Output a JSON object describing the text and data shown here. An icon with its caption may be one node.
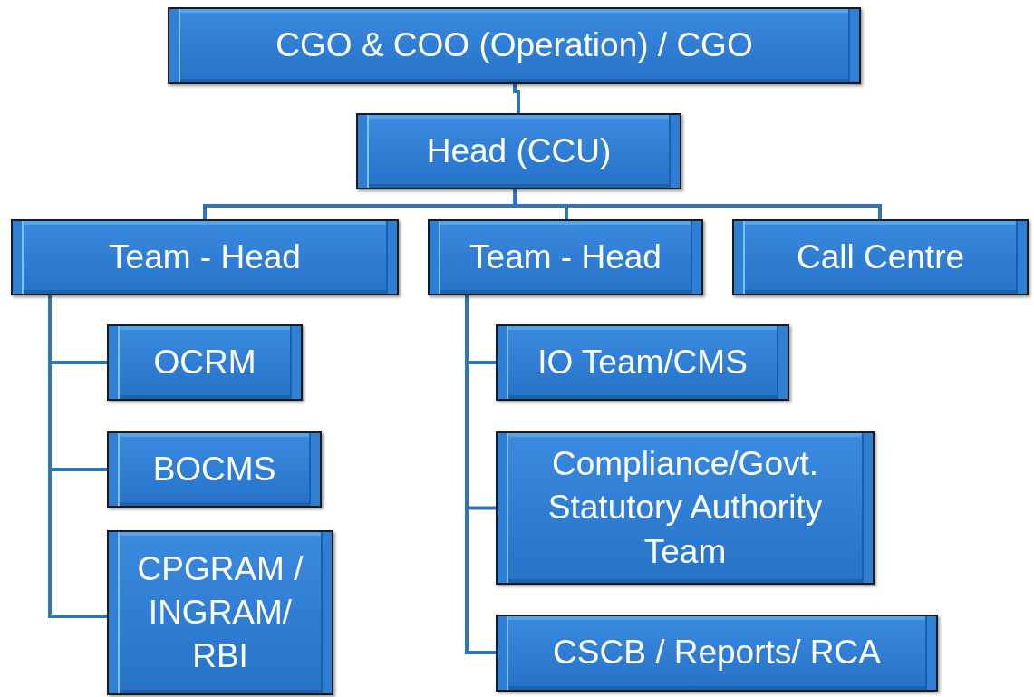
{
  "diagram": {
    "nodes": [
      {
        "text": [
          "CGO & COO (Operation) / CGO"
        ]
      },
      {
        "text": [
          "Head (CCU)"
        ]
      },
      {
        "text": [
          "Team - Head"
        ]
      },
      {
        "text": [
          "Team - Head"
        ]
      },
      {
        "text": [
          "Call Centre"
        ]
      },
      {
        "text": [
          "OCRM"
        ]
      },
      {
        "text": [
          "BOCMS"
        ]
      },
      {
        "text": [
          "CPGRAM / INGRAM/ RBI"
        ]
      },
      {
        "text": [
          "IO Team/CMS"
        ]
      },
      {
        "text": [
          "Compliance/Govt. Statutory Authority Team"
        ]
      },
      {
        "text": [
          "CSCB / Reports/ RCA"
        ]
      }
    ],
    "edges": [
      {
        "from": 0,
        "to": 1,
        "arrow": "none"
      },
      {
        "from": 1,
        "to": 2,
        "arrow": "none"
      },
      {
        "from": 1,
        "to": 3,
        "arrow": "none"
      },
      {
        "from": 1,
        "to": 4,
        "arrow": "none"
      },
      {
        "from": 2,
        "to": 5,
        "arrow": "none"
      },
      {
        "from": 2,
        "to": 6,
        "arrow": "none"
      },
      {
        "from": 2,
        "to": 7,
        "arrow": "none"
      },
      {
        "from": 3,
        "to": 8,
        "arrow": "none"
      },
      {
        "from": 3,
        "to": 9,
        "arrow": "none"
      },
      {
        "from": 3,
        "to": 10,
        "arrow": "none"
      }
    ]
  }
}
